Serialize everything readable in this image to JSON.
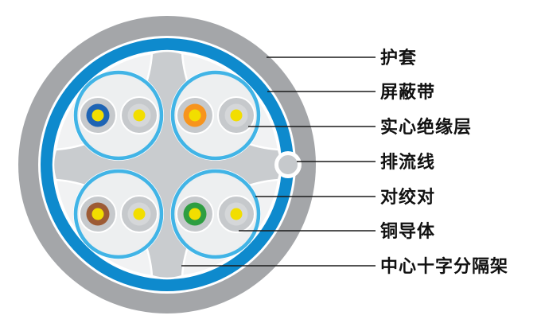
{
  "figure": {
    "type": "cable-cross-section",
    "description": "网络线缆横截面示意图"
  },
  "labels": [
    {
      "id": "jacket",
      "text": "护套"
    },
    {
      "id": "shield-tape",
      "text": "屏蔽带"
    },
    {
      "id": "insulation",
      "text": "实心绝缘层"
    },
    {
      "id": "drain-wire",
      "text": "排流线"
    },
    {
      "id": "twisted-pair",
      "text": "对绞对"
    },
    {
      "id": "copper-conductor",
      "text": "铜导体"
    },
    {
      "id": "cross-separator",
      "text": "中心十字分隔架"
    }
  ],
  "pairs": [
    {
      "position": "top-left",
      "color": "blue"
    },
    {
      "position": "top-right",
      "color": "orange"
    },
    {
      "position": "bottom-left",
      "color": "brown"
    },
    {
      "position": "bottom-right",
      "color": "green"
    }
  ],
  "colors": {
    "jacket_gray": "#A4A6A9",
    "shield_blue": "#0E8ACD",
    "inner_bg": "#F1F2F3",
    "cross_gray": "#C9CCCF",
    "pair_ring_blue": "#41B4E6",
    "pair_fill": "#EDEFF0",
    "insulation_gray": "#C6C9CC",
    "plain_wire_inner": "#D5D7D9",
    "conductor_yellow": "#F2DE00",
    "wire_blue": "#1E64B4",
    "wire_orange": "#F7941D",
    "wire_brown": "#9D5B35",
    "wire_green": "#2E9E41",
    "line_color": "#1A1A1A",
    "label_text": "#111111"
  }
}
